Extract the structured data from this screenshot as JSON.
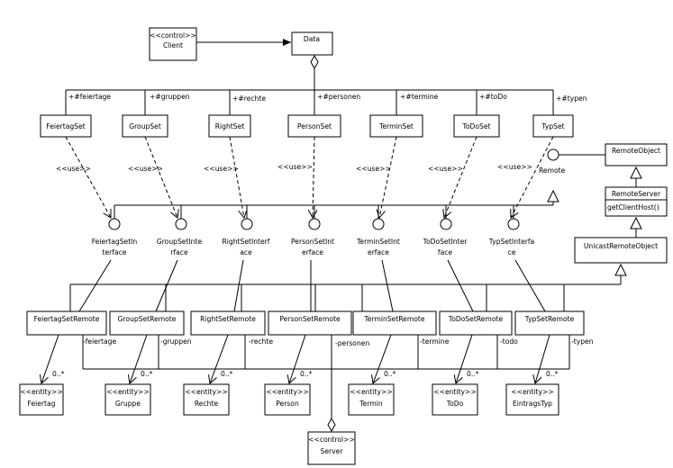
{
  "client": {
    "stereotype": "<<control>>",
    "name": "Client"
  },
  "data_class": {
    "name": "Data"
  },
  "sets": [
    {
      "name": "FeiertagSet",
      "role": "+#feiertage",
      "iface": [
        "FeiertagSetIn",
        "terface"
      ],
      "remote": "FeiertagSetRemote",
      "remote_role": "-feiertage",
      "entity": "Feiertag"
    },
    {
      "name": "GroupSet",
      "role": "+#gruppen",
      "iface": [
        "GroupSetInte",
        "rface"
      ],
      "remote": "GroupSetRemote",
      "remote_role": "-gruppen",
      "entity": "Gruppe"
    },
    {
      "name": "RightSet",
      "role": "+#rechte",
      "iface": [
        "RightSetInterf",
        "ace"
      ],
      "remote": "RightSetRemote",
      "remote_role": "-rechte",
      "entity": "Rechte"
    },
    {
      "name": "PersonSet",
      "role": "+#personen",
      "iface": [
        "PersonSetInt",
        "erface"
      ],
      "remote": "PersonSetRemote",
      "remote_role": "-personen",
      "entity": "Person"
    },
    {
      "name": "TerminSet",
      "role": "+#termine",
      "iface": [
        "TerminSetInt",
        "erface"
      ],
      "remote": "TerminSetRemote",
      "remote_role": "-termine",
      "entity": "Termin"
    },
    {
      "name": "ToDoSet",
      "role": "+#toDo",
      "iface": [
        "ToDoSetInter",
        "face"
      ],
      "remote": "ToDoSetRemote",
      "remote_role": "-todo",
      "entity": "ToDo"
    },
    {
      "name": "TypSet",
      "role": "+#typen",
      "iface": [
        "TypSetInterfa",
        "ce"
      ],
      "remote": "TypSetRemote",
      "remote_role": "-typen",
      "entity": "EintragsTyp"
    }
  ],
  "use_label": "<<use>>",
  "entity_stereotype": "<<entity>>",
  "multiplicity": "0..*",
  "remote_label": "Remote",
  "remote_object": {
    "name": "RemoteObject"
  },
  "remote_server": {
    "name": "RemoteServer",
    "method": "getClientHost()"
  },
  "unicast": {
    "name": "UnicastRemoteObject"
  },
  "server": {
    "stereotype": "<<control>>",
    "name": "Server"
  }
}
